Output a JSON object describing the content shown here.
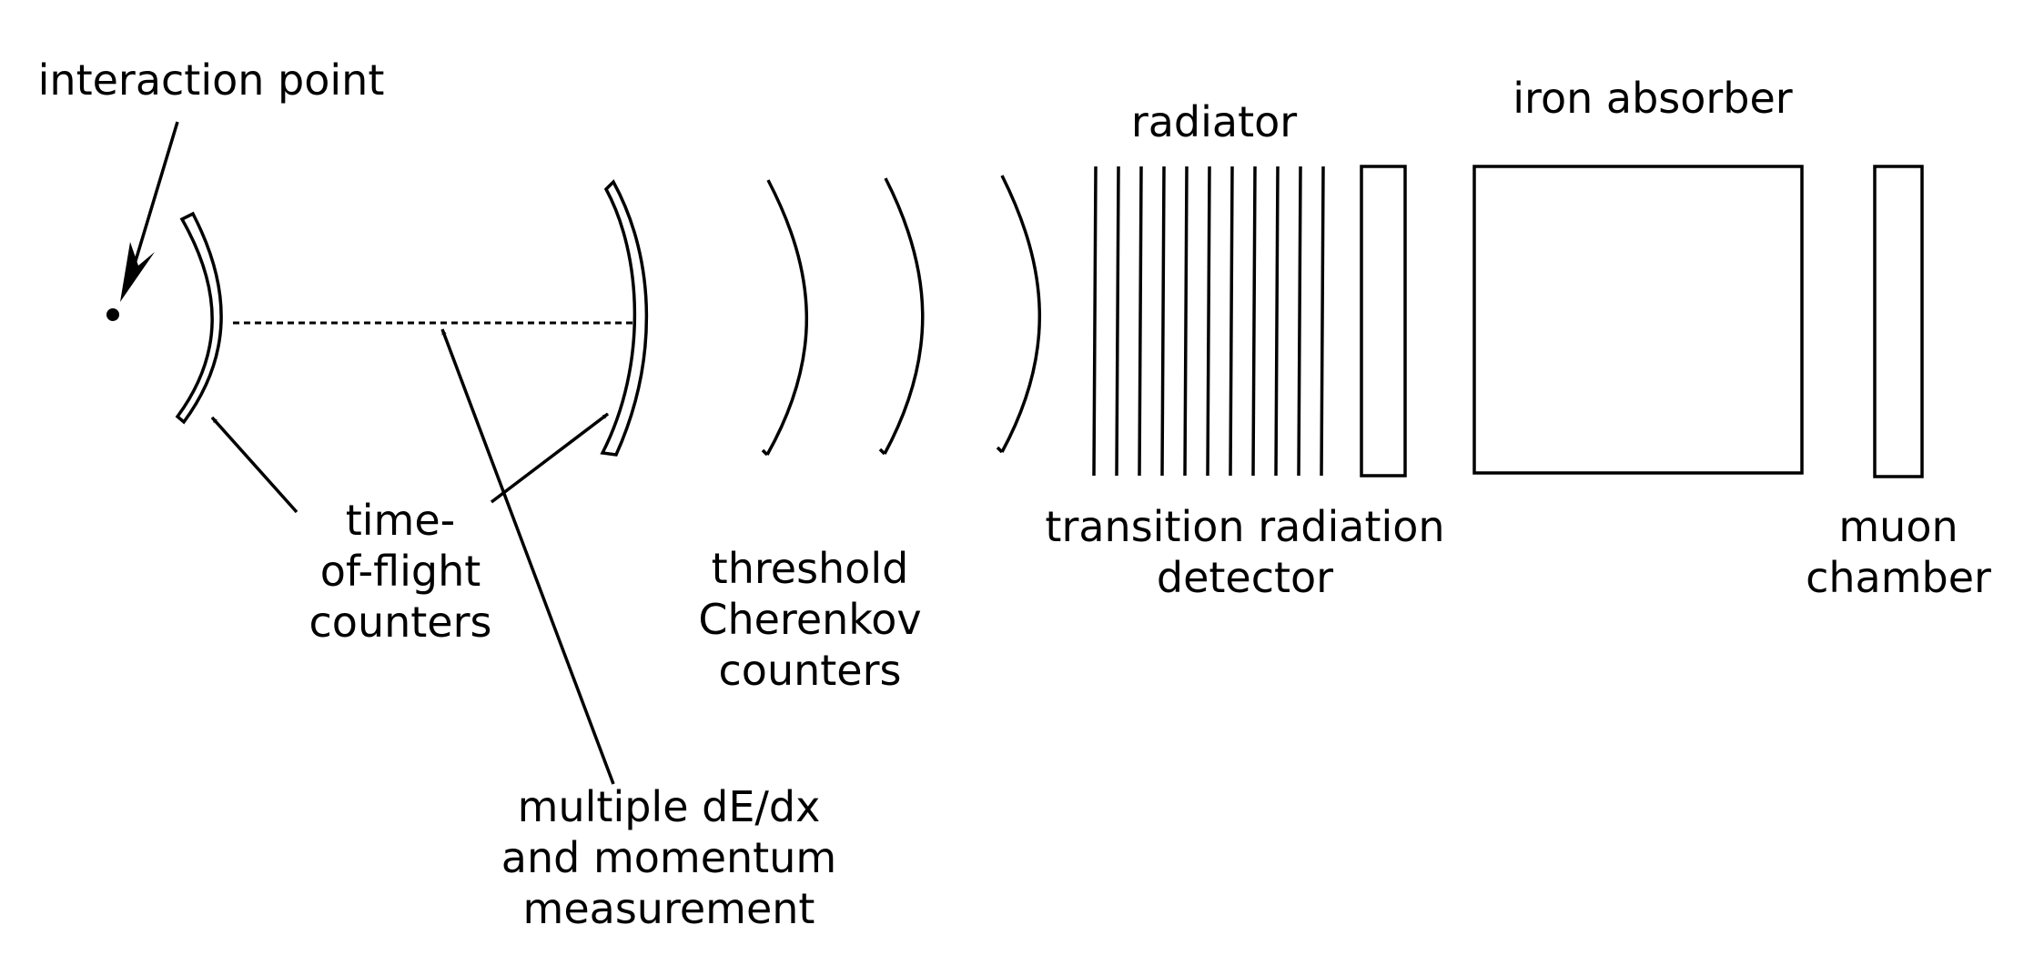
{
  "labels": {
    "interaction_point": "interaction point",
    "radiator": "radiator",
    "iron_absorber": "iron absorber",
    "tof_line1": "time-",
    "tof_line2": "of-flight",
    "tof_line3": "counters",
    "cherenkov_line1": "threshold",
    "cherenkov_line2": "Cherenkov",
    "cherenkov_line3": "counters",
    "trd_line1": "transition radiation",
    "trd_line2": "detector",
    "muon_line1": "muon",
    "muon_line2": "chamber",
    "dedx_line1": "multiple dE/dx",
    "dedx_line2": "and momentum",
    "dedx_line3": "measurement"
  },
  "colors": {
    "ink": "#000000",
    "background": "#ffffff"
  }
}
